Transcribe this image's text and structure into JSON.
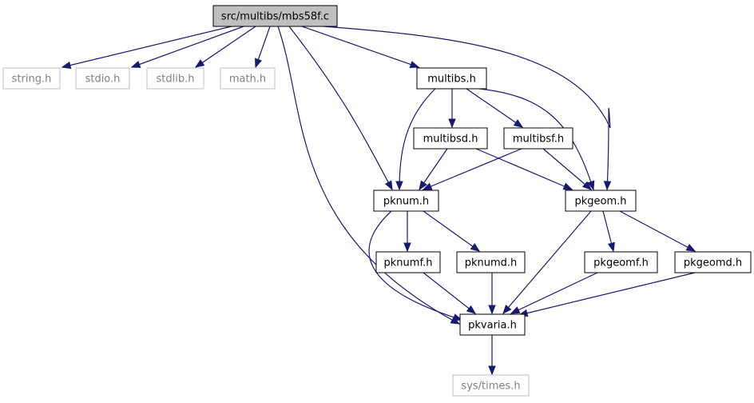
{
  "graph": {
    "colors": {
      "edge": "#191970",
      "root_fill": "#bfbfbf",
      "node_border": "#000000",
      "external_border": "#bfbfbf",
      "external_text": "#808080",
      "node_text": "#000000",
      "background": "#ffffff"
    },
    "nodes": [
      {
        "id": "mbs58f",
        "label": "src/multibs/mbs58f.c",
        "kind": "root"
      },
      {
        "id": "string_h",
        "label": "string.h",
        "kind": "external"
      },
      {
        "id": "stdio_h",
        "label": "stdio.h",
        "kind": "external"
      },
      {
        "id": "stdlib_h",
        "label": "stdlib.h",
        "kind": "external"
      },
      {
        "id": "math_h",
        "label": "math.h",
        "kind": "external"
      },
      {
        "id": "multibs_h",
        "label": "multibs.h",
        "kind": "internal"
      },
      {
        "id": "multibsd_h",
        "label": "multibsd.h",
        "kind": "internal"
      },
      {
        "id": "multibsf_h",
        "label": "multibsf.h",
        "kind": "internal"
      },
      {
        "id": "pknum_h",
        "label": "pknum.h",
        "kind": "internal"
      },
      {
        "id": "pkgeom_h",
        "label": "pkgeom.h",
        "kind": "internal"
      },
      {
        "id": "pknumf_h",
        "label": "pknumf.h",
        "kind": "internal"
      },
      {
        "id": "pknumd_h",
        "label": "pknumd.h",
        "kind": "internal"
      },
      {
        "id": "pkgeomf_h",
        "label": "pkgeomf.h",
        "kind": "internal"
      },
      {
        "id": "pkgeomd_h",
        "label": "pkgeomd.h",
        "kind": "internal"
      },
      {
        "id": "pkvaria_h",
        "label": "pkvaria.h",
        "kind": "internal"
      },
      {
        "id": "systimes_h",
        "label": "sys/times.h",
        "kind": "external"
      }
    ],
    "edges": [
      {
        "from": "mbs58f",
        "to": "string_h"
      },
      {
        "from": "mbs58f",
        "to": "stdio_h"
      },
      {
        "from": "mbs58f",
        "to": "stdlib_h"
      },
      {
        "from": "mbs58f",
        "to": "math_h"
      },
      {
        "from": "mbs58f",
        "to": "multibs_h"
      },
      {
        "from": "mbs58f",
        "to": "pknum_h"
      },
      {
        "from": "mbs58f",
        "to": "pkgeom_h"
      },
      {
        "from": "mbs58f",
        "to": "pkvaria_h"
      },
      {
        "from": "multibs_h",
        "to": "multibsd_h"
      },
      {
        "from": "multibs_h",
        "to": "multibsf_h"
      },
      {
        "from": "multibs_h",
        "to": "pknum_h"
      },
      {
        "from": "multibs_h",
        "to": "pkgeom_h"
      },
      {
        "from": "multibsd_h",
        "to": "pknum_h"
      },
      {
        "from": "multibsd_h",
        "to": "pkgeom_h"
      },
      {
        "from": "multibsf_h",
        "to": "pknum_h"
      },
      {
        "from": "multibsf_h",
        "to": "pkgeom_h"
      },
      {
        "from": "pknum_h",
        "to": "pknumf_h"
      },
      {
        "from": "pknum_h",
        "to": "pknumd_h"
      },
      {
        "from": "pknum_h",
        "to": "pkvaria_h"
      },
      {
        "from": "pkgeom_h",
        "to": "pkgeomf_h"
      },
      {
        "from": "pkgeom_h",
        "to": "pkgeomd_h"
      },
      {
        "from": "pkgeom_h",
        "to": "pkvaria_h"
      },
      {
        "from": "pknumf_h",
        "to": "pkvaria_h"
      },
      {
        "from": "pknumd_h",
        "to": "pkvaria_h"
      },
      {
        "from": "pkgeomf_h",
        "to": "pkvaria_h"
      },
      {
        "from": "pkgeomd_h",
        "to": "pkvaria_h"
      },
      {
        "from": "pkvaria_h",
        "to": "systimes_h"
      }
    ]
  }
}
